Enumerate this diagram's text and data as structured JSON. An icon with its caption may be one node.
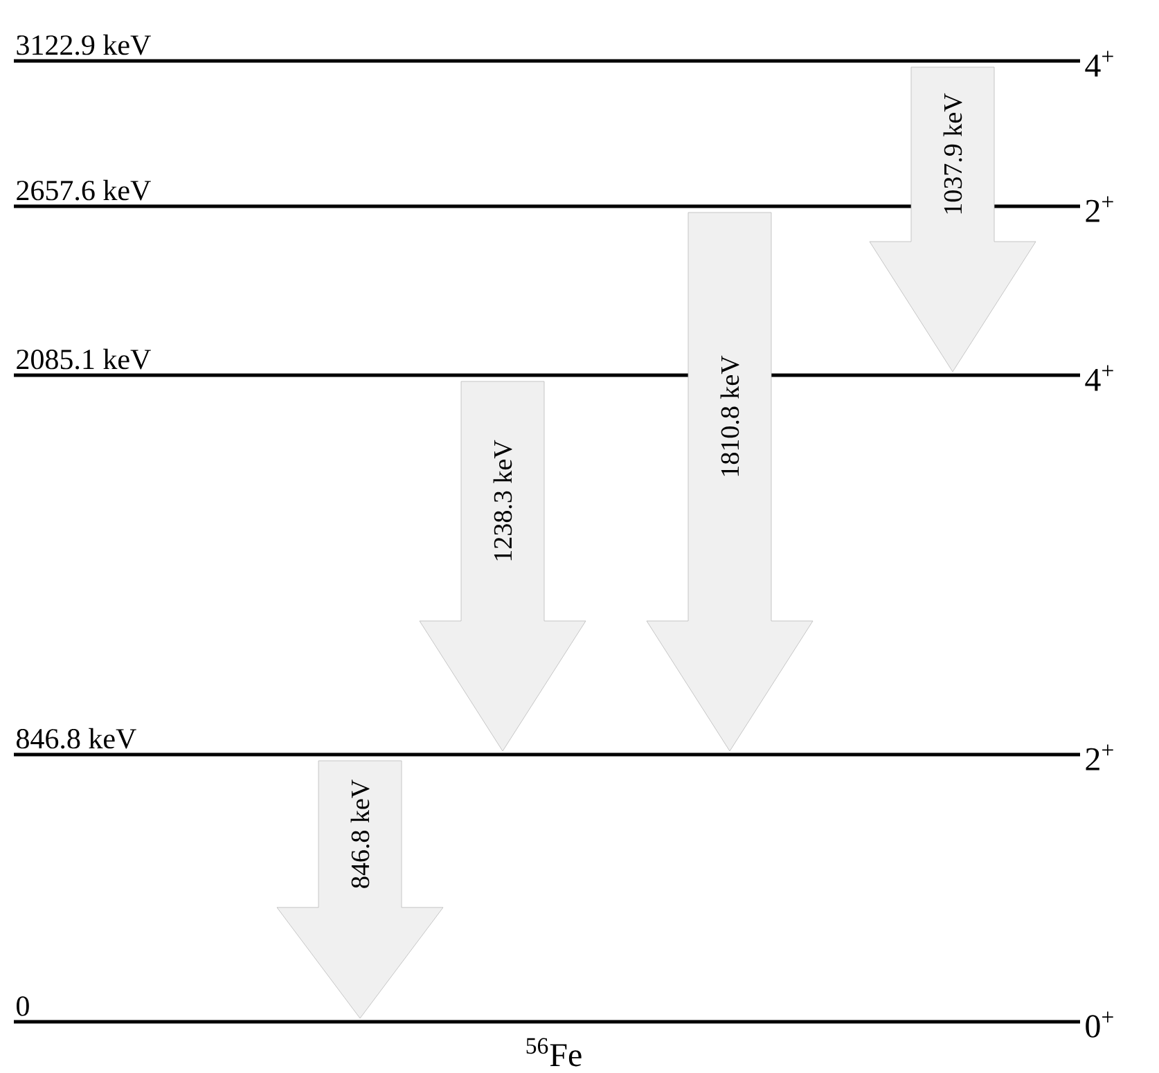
{
  "diagram": {
    "caption": "$^{56}$Fe",
    "nodes": [
      {
        "text": [
          "3122.9 keV"
        ],
        "beside": [
          "4$^{+}$"
        ]
      },
      {
        "text": [
          "2657.6 keV"
        ],
        "beside": [
          "2$^{+}$"
        ]
      },
      {
        "text": [
          "2085.1 keV"
        ],
        "beside": [
          "4$^{+}$"
        ]
      },
      {
        "text": [
          "846.8 keV"
        ],
        "beside": [
          "2$^{+}$"
        ]
      },
      {
        "text": [
          "0"
        ],
        "beside": [
          "0$^{+}$"
        ]
      }
    ],
    "edges": [
      {
        "from": 0,
        "to": 2,
        "arrow": "to",
        "label": "1037.9 keV"
      },
      {
        "from": 1,
        "to": 3,
        "arrow": "to",
        "label": "1810.8 keV"
      },
      {
        "from": 2,
        "to": 3,
        "arrow": "to",
        "label": "1238.3 keV"
      },
      {
        "from": 3,
        "to": 4,
        "arrow": "to",
        "label": "846.8 keV"
      }
    ]
  }
}
